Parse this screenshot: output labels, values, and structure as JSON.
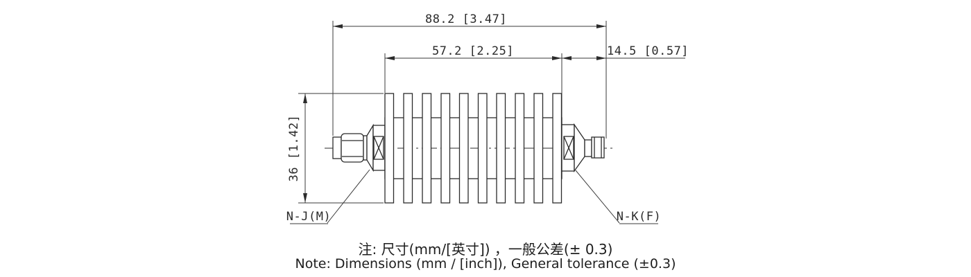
{
  "drawing": {
    "dimensions": {
      "overall_length": "88.2 [3.47]",
      "body_length": "57.2 [2.25]",
      "connector_length": "14.5 [0.57]",
      "height": "36 [1.42]"
    },
    "connector_labels": {
      "left": "N-J(M)",
      "right": "N-K(F)"
    },
    "notes": {
      "zh": "注: 尺寸(mm/[英寸]) ，一般公差(± 0.3)",
      "en": "Note: Dimensions (mm / [inch]), General tolerance (±0.3)"
    },
    "line_color": "#2b2b2b"
  }
}
